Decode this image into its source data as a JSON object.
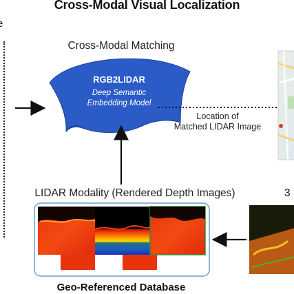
{
  "title": "Cross-Modal Visual Localization",
  "left_label_fragment": "e",
  "matching": {
    "title": "Cross-Modal Matching",
    "model_name": "RGB2LIDAR",
    "model_desc_line1": "Deep Semantic",
    "model_desc_line2": "Embedding Model",
    "blob_color": "#2a5bc7"
  },
  "location": {
    "line1": "Location of",
    "line2": "Matched LIDAR Image"
  },
  "lidar": {
    "title": "LIDAR Modality (Rendered Depth Images)"
  },
  "right_label_fragment": "3",
  "database": {
    "title": "Geo-Referenced Database",
    "frame_color": "#6aa0c8"
  }
}
